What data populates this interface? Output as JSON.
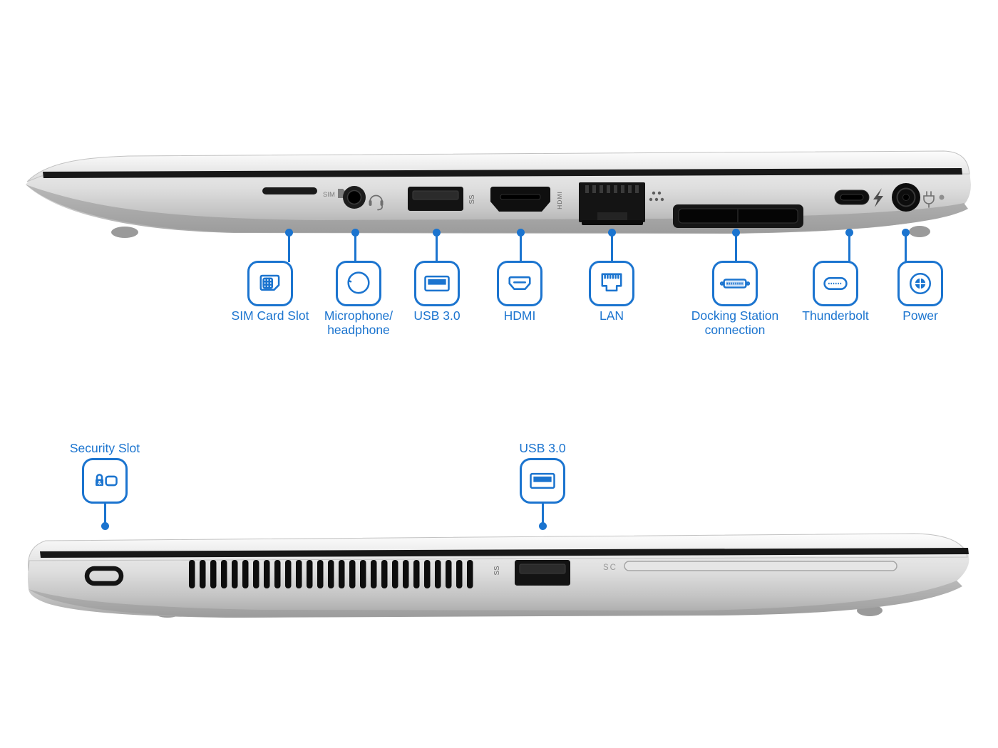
{
  "colors": {
    "accent": "#1b74cf",
    "body_silver": "#d9d9d9",
    "port_black": "#141414"
  },
  "top_view": {
    "description": "right side of laptop",
    "etched_labels": {
      "sim": "SIM",
      "hdmi": "HDMI",
      "usb_superspeed": "SS"
    },
    "callouts": [
      {
        "icon": "sim-card-icon",
        "label": "SIM Card Slot"
      },
      {
        "icon": "audio-jack-icon",
        "label": "Microphone/\nheadphone"
      },
      {
        "icon": "usb-a-icon",
        "label": "USB 3.0"
      },
      {
        "icon": "hdmi-icon",
        "label": "HDMI"
      },
      {
        "icon": "ethernet-icon",
        "label": "LAN"
      },
      {
        "icon": "docking-connector-icon",
        "label": "Docking Station\nconnection"
      },
      {
        "icon": "usb-c-icon",
        "label": "Thunderbolt"
      },
      {
        "icon": "power-jack-icon",
        "label": "Power"
      }
    ]
  },
  "bottom_view": {
    "description": "left side of laptop",
    "etched_labels": {
      "usb_superspeed": "SS",
      "smart_card": "SC"
    },
    "callouts": [
      {
        "icon": "security-lock-icon",
        "label": "Security Slot"
      },
      {
        "icon": "usb-a-icon",
        "label": "USB 3.0"
      }
    ]
  }
}
